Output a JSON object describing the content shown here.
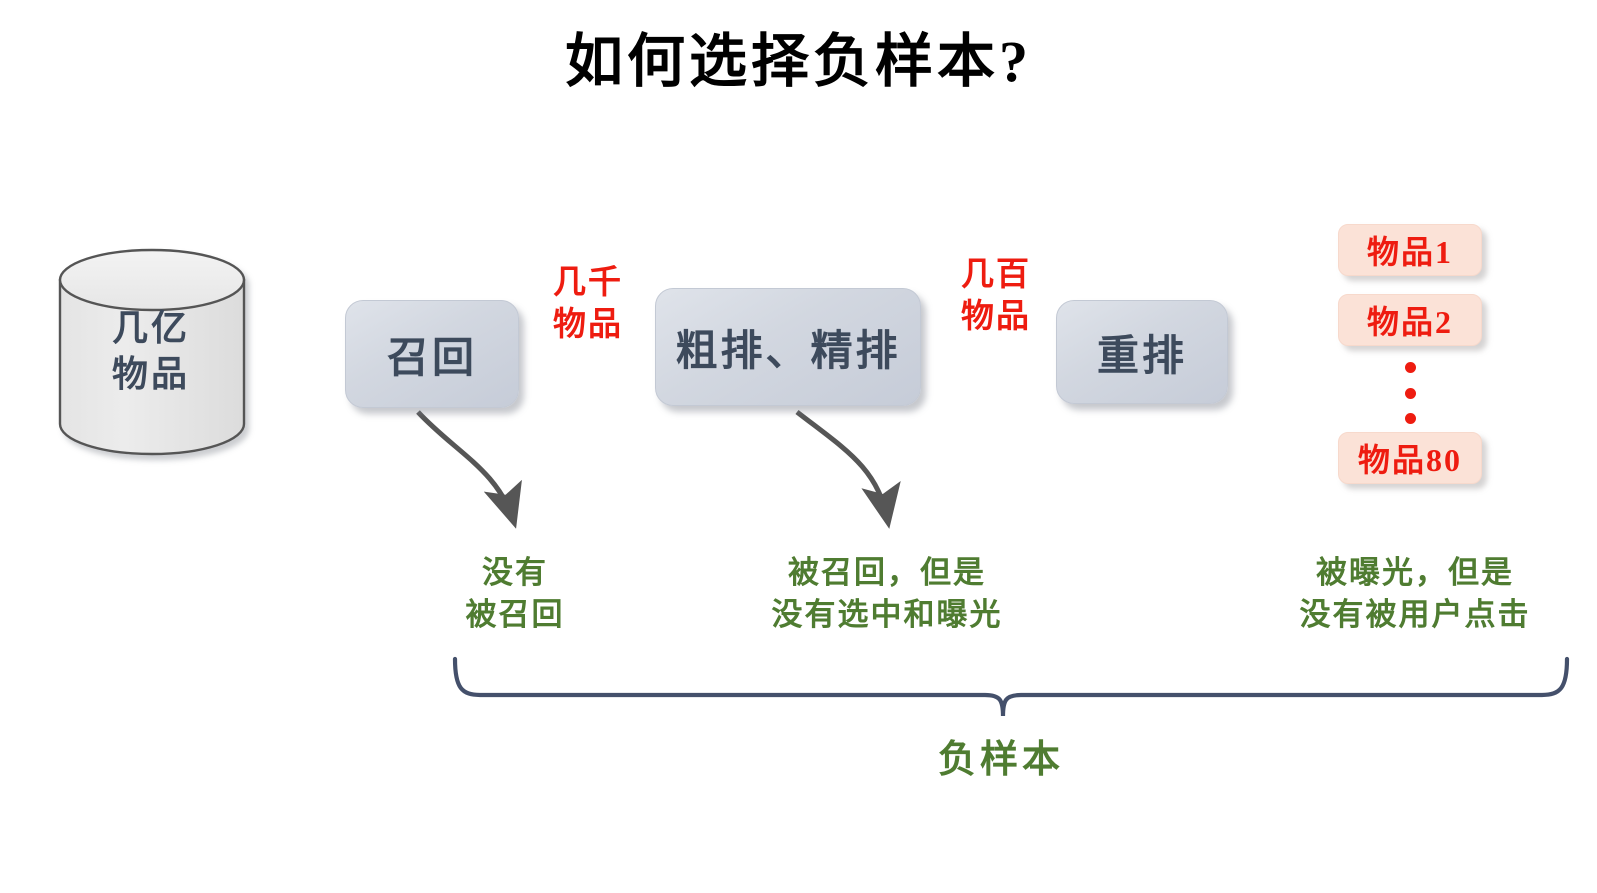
{
  "title": "如何选择负样本?",
  "source": {
    "label_lines": [
      "几亿",
      "物品"
    ],
    "shape": "cylinder-database"
  },
  "pipeline": {
    "stages": [
      {
        "id": "recall",
        "label": "召回"
      },
      {
        "id": "rank",
        "label": "粗排、精排"
      },
      {
        "id": "rerank",
        "label": "重排"
      }
    ]
  },
  "flow_counts": [
    {
      "id": "after-recall",
      "lines": [
        "几千",
        "物品"
      ],
      "color": "#ee1c10"
    },
    {
      "id": "after-rank",
      "lines": [
        "几百",
        "物品"
      ],
      "color": "#ee1c10"
    }
  ],
  "results": {
    "items": [
      {
        "id": "item-1",
        "label": "物品1"
      },
      {
        "id": "item-2",
        "label": "物品2"
      },
      {
        "id": "item-80",
        "label": "物品80"
      }
    ],
    "ellipsis_dots": 3
  },
  "notes": [
    {
      "id": "not-recalled",
      "lines": [
        "没有",
        "被召回"
      ]
    },
    {
      "id": "not-exposed",
      "lines": [
        "被召回，但是",
        "没有选中和曝光"
      ]
    },
    {
      "id": "not-clicked",
      "lines": [
        "被曝光，但是",
        "没有被用户点击"
      ]
    }
  ],
  "brace": {
    "label": "负样本"
  },
  "colors": {
    "title": "#000000",
    "box_text": "#3d4a5c",
    "box_fill": "#d2d7e0",
    "red_accent": "#ee1c10",
    "green_note": "#4f7c31",
    "arrow": "#4a4a4a",
    "brace": "#44506b",
    "item_fill": "#fbe2d7",
    "cylinder_fill": "#e8e8e8",
    "cylinder_stroke": "#555555"
  }
}
